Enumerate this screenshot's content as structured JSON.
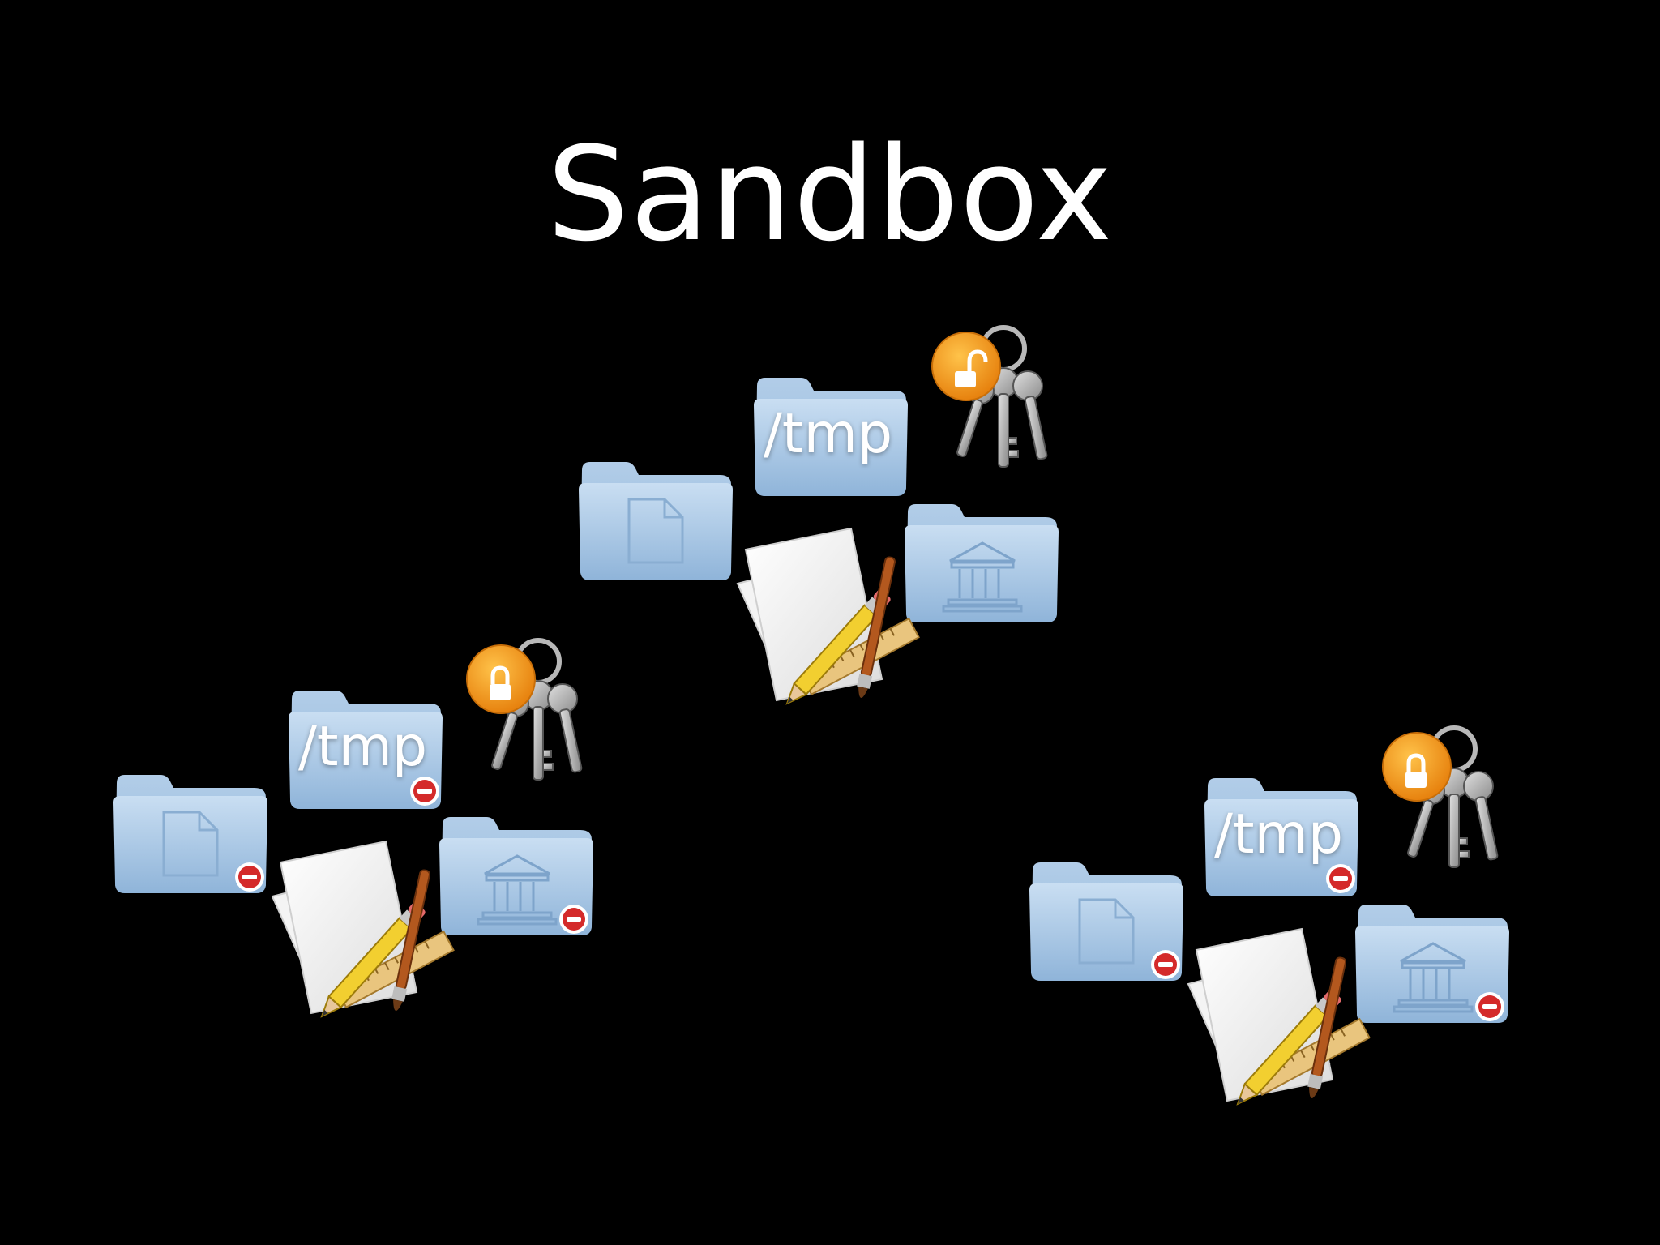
{
  "slide": {
    "title": "Sandbox"
  },
  "clusters": [
    {
      "id": "center",
      "tmp_label": "/tmp",
      "keychain": "unlocked",
      "restricted": false
    },
    {
      "id": "left",
      "tmp_label": "/tmp",
      "keychain": "locked",
      "restricted": true
    },
    {
      "id": "right",
      "tmp_label": "/tmp",
      "keychain": "locked",
      "restricted": true
    }
  ],
  "colors": {
    "background": "#000000",
    "folder_blue": "#a9c8e6",
    "keychain_orange": "#f29a16",
    "no_entry_red": "#d42a2a"
  },
  "icons": [
    "document-folder-icon",
    "tmp-folder-icon",
    "keychain-icon",
    "library-folder-icon",
    "text-edit-app-icon",
    "no-entry-badge-icon"
  ]
}
